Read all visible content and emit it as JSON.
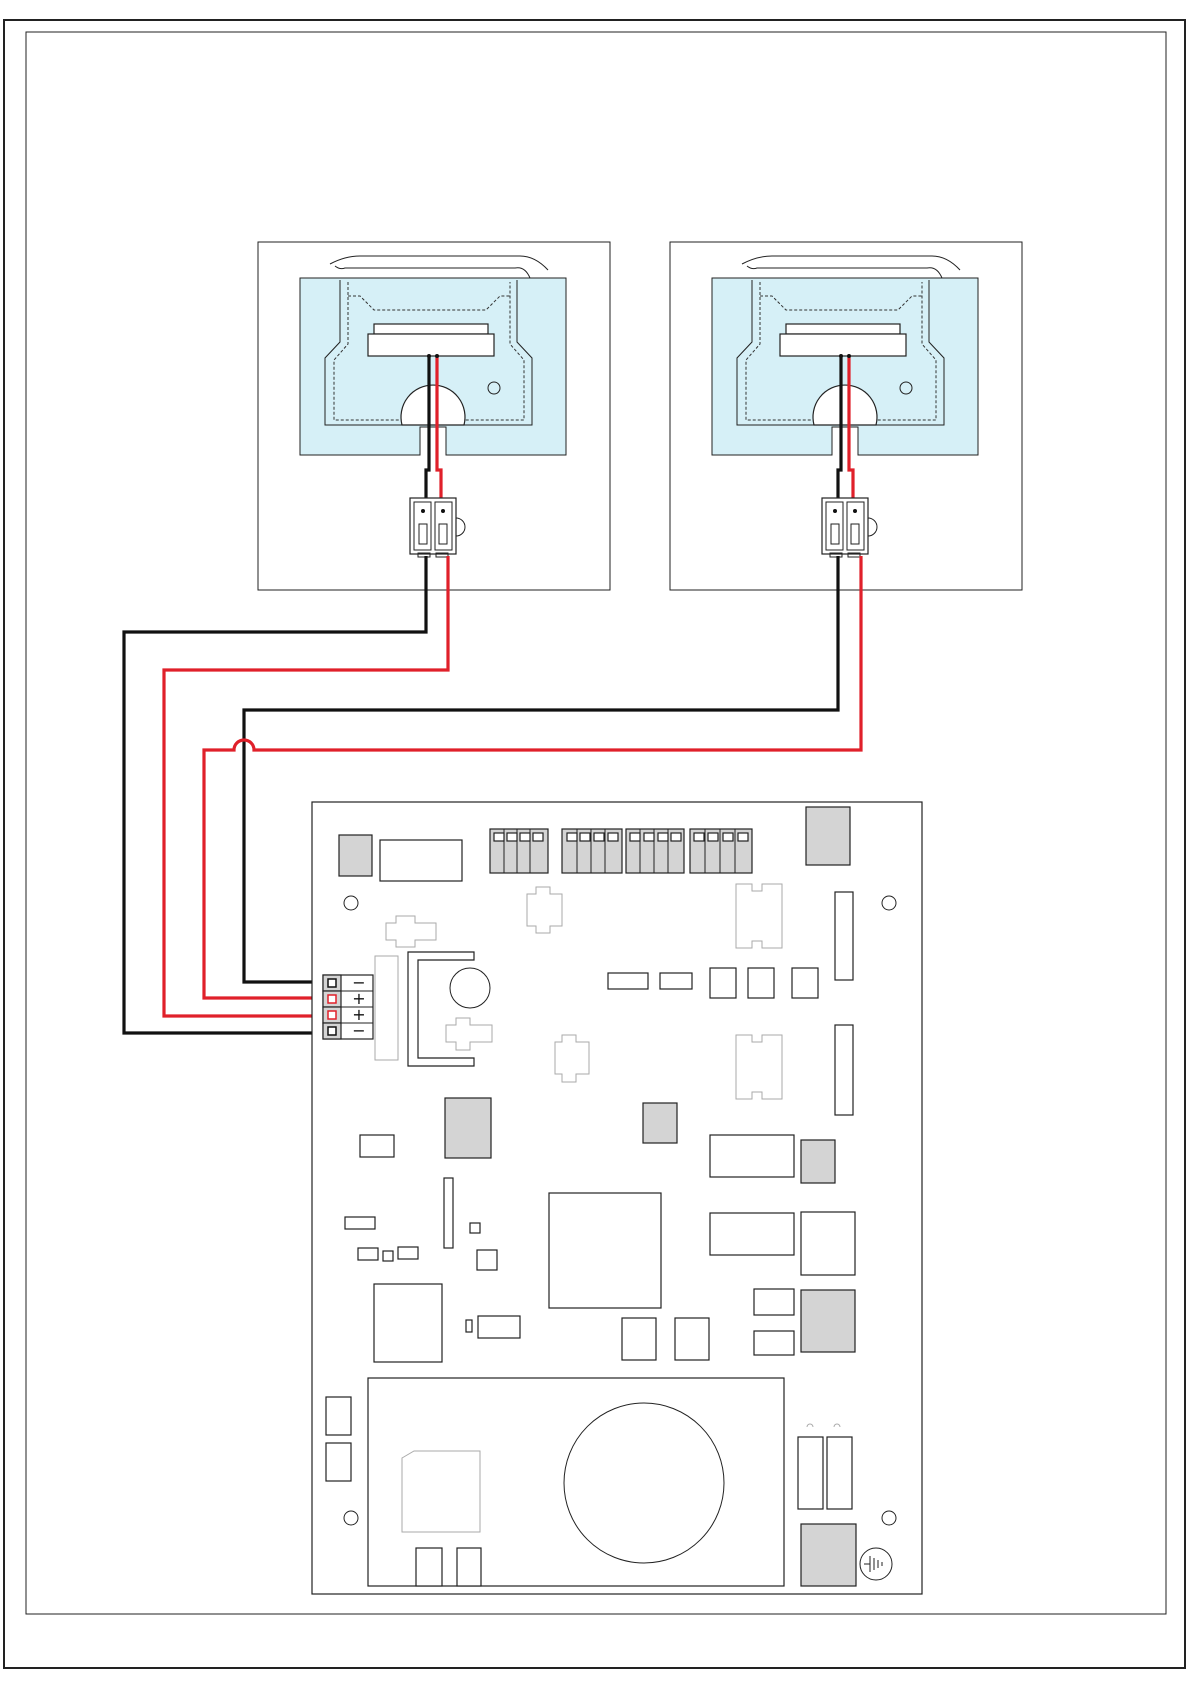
{
  "colors": {
    "wire_negative": "#111111",
    "wire_positive": "#e0202a",
    "speaker_enclosure": "#d6f0f7",
    "component_fill": "#d4d4d4"
  },
  "terminal_block": {
    "pins": [
      {
        "label": "−",
        "wire": "black",
        "speaker": "right"
      },
      {
        "label": "+",
        "wire": "red",
        "speaker": "right"
      },
      {
        "label": "+",
        "wire": "red",
        "speaker": "left"
      },
      {
        "label": "−",
        "wire": "black",
        "speaker": "left"
      }
    ]
  },
  "speakers": [
    {
      "id": "left",
      "icon": "speaker-icon",
      "connector": "2-pin-connector"
    },
    {
      "id": "right",
      "icon": "speaker-icon",
      "connector": "2-pin-connector"
    }
  ],
  "board": {
    "ground_icon": "ground-symbol-icon"
  }
}
